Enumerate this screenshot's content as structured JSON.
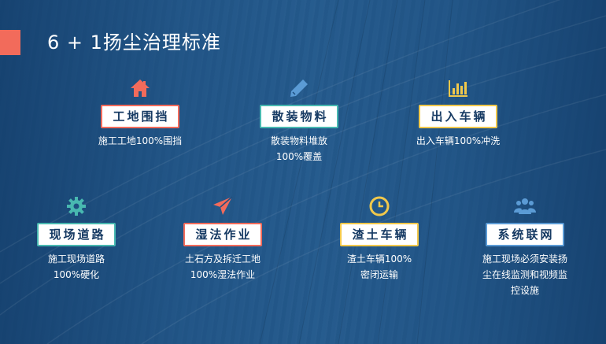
{
  "slide": {
    "title": "6 + 1扬尘治理标准"
  },
  "items": [
    {
      "label": "工地围挡",
      "desc_lines": [
        "施工工地100%围挡"
      ],
      "icon": "house-icon"
    },
    {
      "label": "散装物料",
      "desc_lines": [
        "散装物料堆放",
        "100%覆盖"
      ],
      "icon": "pencil-icon"
    },
    {
      "label": "出入车辆",
      "desc_lines": [
        "出入车辆100%冲洗"
      ],
      "icon": "bar-chart-icon"
    },
    {
      "label": "现场道路",
      "desc_lines": [
        "施工现场道路",
        "100%硬化"
      ],
      "icon": "gear-icon"
    },
    {
      "label": "湿法作业",
      "desc_lines": [
        "土石方及拆迁工地",
        "100%湿法作业"
      ],
      "icon": "paper-plane-icon"
    },
    {
      "label": "渣土车辆",
      "desc_lines": [
        "渣土车辆100%",
        "密闭运输"
      ],
      "icon": "clock-icon"
    },
    {
      "label": "系统联网",
      "desc_lines": [
        "施工现场必须安装扬",
        "尘在线监测和视频监",
        "控设施"
      ],
      "icon": "users-icon"
    }
  ],
  "colors": {
    "accent_red": "#f26b5b",
    "accent_teal": "#48b8b0",
    "accent_yellow": "#f1c84b",
    "accent_blue": "#5b9bd5",
    "label_text": "#163a63"
  }
}
